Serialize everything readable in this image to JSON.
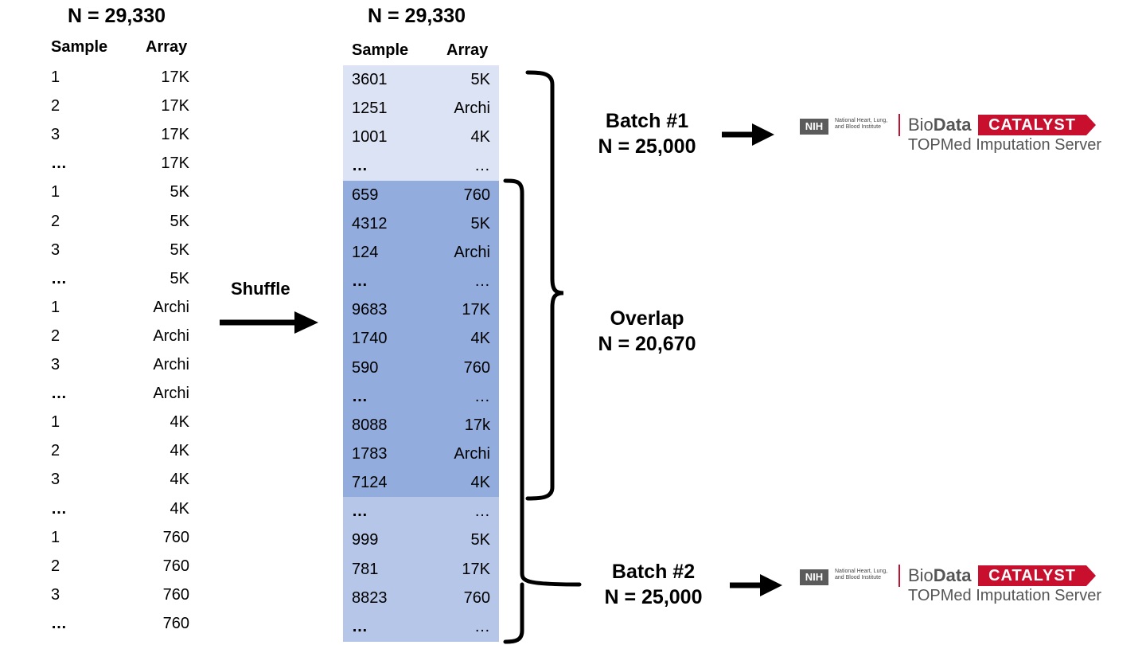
{
  "left_table": {
    "title": "N = 29,330",
    "header_sample": "Sample",
    "header_array": "Array",
    "rows": [
      {
        "sample": "1",
        "array": "17K"
      },
      {
        "sample": "2",
        "array": "17K"
      },
      {
        "sample": "3",
        "array": "17K"
      },
      {
        "sample": "…",
        "array": "17K"
      },
      {
        "sample": "1",
        "array": "5K"
      },
      {
        "sample": "2",
        "array": "5K"
      },
      {
        "sample": "3",
        "array": "5K"
      },
      {
        "sample": "…",
        "array": "5K"
      },
      {
        "sample": "1",
        "array": "Archi"
      },
      {
        "sample": "2",
        "array": "Archi"
      },
      {
        "sample": "3",
        "array": "Archi"
      },
      {
        "sample": "…",
        "array": "Archi"
      },
      {
        "sample": "1",
        "array": "4K"
      },
      {
        "sample": "2",
        "array": "4K"
      },
      {
        "sample": "3",
        "array": "4K"
      },
      {
        "sample": "…",
        "array": "4K"
      },
      {
        "sample": "1",
        "array": "760"
      },
      {
        "sample": "2",
        "array": "760"
      },
      {
        "sample": "3",
        "array": "760"
      },
      {
        "sample": "…",
        "array": "760"
      }
    ]
  },
  "shuffle_label": "Shuffle",
  "right_table": {
    "title": "N = 29,330",
    "header_sample": "Sample",
    "header_array": "Array",
    "rows": [
      {
        "sample": "3601",
        "array": "5K",
        "group": "batch1"
      },
      {
        "sample": "1251",
        "array": "Archi",
        "group": "batch1"
      },
      {
        "sample": "1001",
        "array": "4K",
        "group": "batch1"
      },
      {
        "sample": "…",
        "array": "…",
        "group": "batch1"
      },
      {
        "sample": "659",
        "array": "760",
        "group": "overlap"
      },
      {
        "sample": "4312",
        "array": "5K",
        "group": "overlap"
      },
      {
        "sample": "124",
        "array": "Archi",
        "group": "overlap"
      },
      {
        "sample": "…",
        "array": "…",
        "group": "overlap"
      },
      {
        "sample": "9683",
        "array": "17K",
        "group": "overlap"
      },
      {
        "sample": "1740",
        "array": "4K",
        "group": "overlap"
      },
      {
        "sample": "590",
        "array": "760",
        "group": "overlap"
      },
      {
        "sample": "…",
        "array": "…",
        "group": "overlap"
      },
      {
        "sample": "8088",
        "array": "17k",
        "group": "overlap"
      },
      {
        "sample": "1783",
        "array": "Archi",
        "group": "overlap"
      },
      {
        "sample": "7124",
        "array": "4K",
        "group": "overlap"
      },
      {
        "sample": "…",
        "array": "…",
        "group": "batch2"
      },
      {
        "sample": "999",
        "array": "5K",
        "group": "batch2"
      },
      {
        "sample": "781",
        "array": "17K",
        "group": "batch2"
      },
      {
        "sample": "8823",
        "array": "760",
        "group": "batch2"
      },
      {
        "sample": "…",
        "array": "…",
        "group": "batch2"
      }
    ]
  },
  "batch1": {
    "line1": "Batch #1",
    "line2": "N = 25,000"
  },
  "overlap": {
    "line1": "Overlap",
    "line2": "N = 20,670"
  },
  "batch2": {
    "line1": "Batch #2",
    "line2": "N = 25,000"
  },
  "logo": {
    "nih": "NIH",
    "institute_line1": "National Heart, Lung,",
    "institute_line2": "and Blood Institute",
    "bio": "Bio",
    "data": "Data",
    "catalyst": "CATALYST",
    "server": "TOPMed Imputation Server"
  },
  "colors": {
    "batch1_bg": "#dce3f4",
    "overlap_bg": "#91acdd",
    "batch2_bg": "#b5c6e8",
    "catalyst_red": "#c8102e",
    "logo_gray": "#5b5b5b"
  }
}
